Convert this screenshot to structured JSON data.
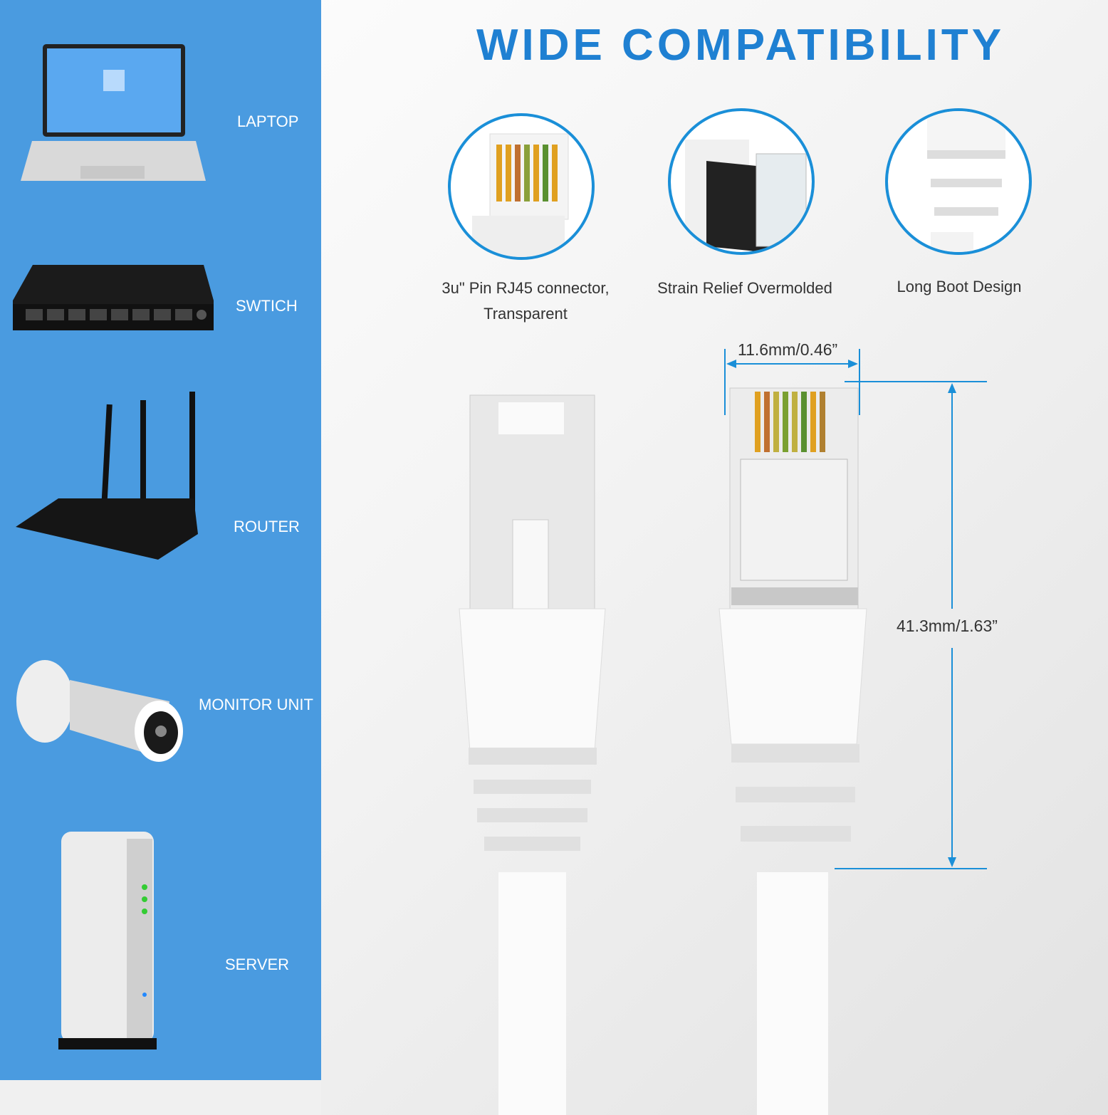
{
  "title": "WIDE COMPATIBILITY",
  "devices": [
    {
      "label": "LAPTOP",
      "icon": "laptop-icon"
    },
    {
      "label": "SWTICH",
      "icon": "switch-icon"
    },
    {
      "label": "ROUTER",
      "icon": "router-icon"
    },
    {
      "label": "MONITOR UNIT",
      "icon": "camera-icon"
    },
    {
      "label": "SERVER",
      "icon": "server-icon"
    }
  ],
  "features": [
    {
      "line1": "3u\" Pin RJ45 connector,",
      "line2": "Transparent"
    },
    {
      "line1": "Strain Relief Overmolded"
    },
    {
      "line1": "Long Boot Design"
    }
  ],
  "dimensions": {
    "width": "11.6mm/0.46”",
    "length": "41.3mm/1.63”"
  },
  "colors": {
    "sidebar": "#4a9be0",
    "accent": "#1f80d2",
    "dimension_line": "#1a8fd8"
  }
}
